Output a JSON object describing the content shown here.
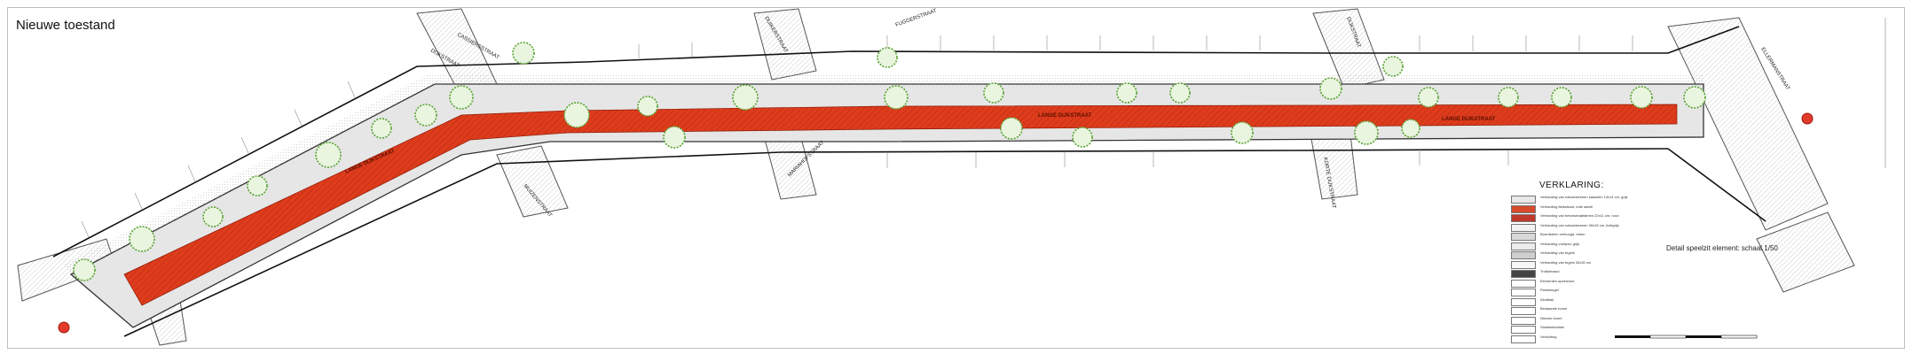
{
  "title": "Nieuwe toestand",
  "street_labels": {
    "lange_dijk_1": "LANGE DIJKSTRAAT",
    "lange_dijk_2": "LANGE DIJKSTRAAT",
    "lange_dijk_3": "LANGE DIJKSTRAAT",
    "cassiers": "CASSIERSSTRAAT",
    "dijk": "DIJKSTRAAT",
    "duiker": "DUIKERSTRAAT",
    "fugger": "FUGGERSTRAAT",
    "korte_dijk": "KORTE DIJKSTRAAT",
    "dijk2": "DIJKSTRAAT",
    "mariahof": "MARIAHOFSTRAAT",
    "muizen": "MUIZENSTRAAT",
    "ellerman": "ELLERMANSTRAAT"
  },
  "legend": {
    "heading": "VERKLARING:",
    "items": [
      {
        "swatch": "#e8e8e8",
        "text": "Verharding van natuursteenen kasseien 14x14 cm, grijs"
      },
      {
        "swatch": "#d84a2c",
        "text": "Verharding fietsstraat, rode asfalt"
      },
      {
        "swatch": "#c0392b",
        "text": "Verharding van betonstraatstenen 22x11 cm, rood"
      },
      {
        "swatch": "#f2f2f2",
        "text": "Verharding van natuursteenen 30x15 cm, lichtgrijs"
      },
      {
        "swatch": "#d9d9d9",
        "text": "Boordsteen verhoogd, beton"
      },
      {
        "swatch": "#ececec",
        "text": "Verharding voetpad, grijs"
      },
      {
        "swatch": "#cfcfcf",
        "text": "Verharding van tegels"
      },
      {
        "swatch": "#f7f7f7",
        "text": "Verharding van tegels 30x30 cm"
      },
      {
        "swatch": "#444444",
        "text": "Trottoirband"
      },
      {
        "swatch": "#ffffff",
        "text": "Elementen speelzone"
      },
      {
        "swatch": "#ffffff",
        "text": "Fietsbeugel"
      },
      {
        "swatch": "#ffffff",
        "text": "Afvalbak"
      },
      {
        "swatch": "#ffffff",
        "text": "Bestaande boom"
      },
      {
        "swatch": "#ffffff",
        "text": "Nieuwe boom"
      },
      {
        "swatch": "#ffffff",
        "text": "Straatmeubilair"
      },
      {
        "swatch": "#ffffff",
        "text": "Verlichting"
      }
    ]
  },
  "detail_note": "Detail speelzit element: schaal 1/50",
  "colors": {
    "red_lane": "#d83a1e",
    "pavement": "#e2e2e2",
    "tree": "#5aa33a",
    "curb": "#222222"
  }
}
